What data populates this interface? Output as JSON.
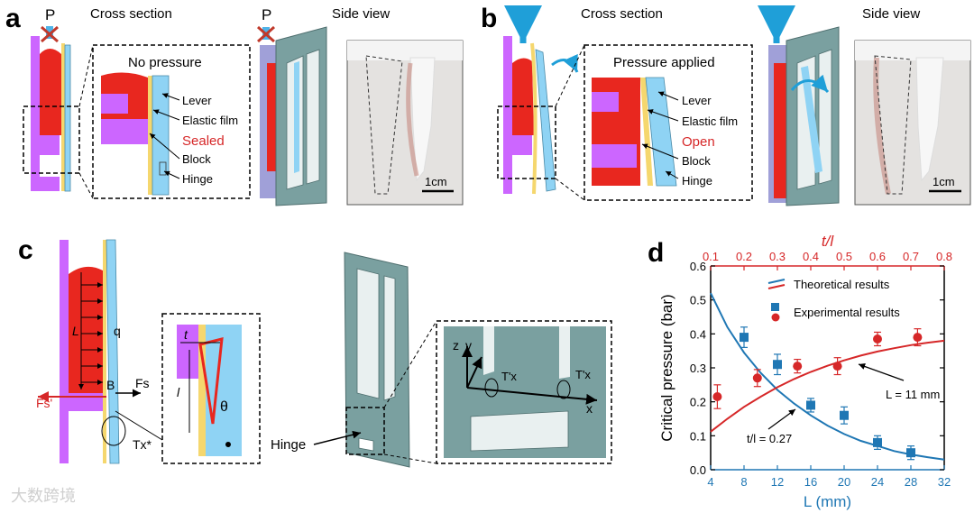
{
  "panel_labels": {
    "a": "a",
    "b": "b",
    "c": "c",
    "d": "d"
  },
  "panel_a": {
    "title_cross": "Cross section",
    "title_side": "Side view",
    "p_label": "P",
    "inset_title": "No pressure",
    "labels": [
      "Lever",
      "Elastic film",
      "Sealed",
      "Block",
      "Hinge"
    ],
    "scale": "1cm"
  },
  "panel_b": {
    "title_cross": "Cross section",
    "title_side": "Side view",
    "p_label": "P",
    "inset_title": "Pressure applied",
    "labels": [
      "Lever",
      "Elastic film",
      "Open",
      "Block",
      "Hinge"
    ],
    "scale": "1cm"
  },
  "panel_c": {
    "L": "L",
    "q": "q",
    "Fs_prime": "Fs'",
    "B": "B",
    "Fs": "Fs",
    "Tx_star": "Tx*",
    "t": "t",
    "l": "l",
    "theta": "θ",
    "hinge": "Hinge",
    "z": "z",
    "y": "y",
    "x": "x",
    "Tx_prime_left": "T'x",
    "Tx_prime_right": "T'x"
  },
  "watermark": "大数跨境",
  "colors": {
    "theory_blue": "#1f77b4",
    "exp_red": "#d62728",
    "magenta": "#cc66ff",
    "lever": "#8fd3f4",
    "hinge_gray": "#7aa0a0"
  },
  "chart_data": {
    "type": "scatter",
    "xlabel": "L (mm)",
    "x2label": "t/l",
    "ylabel": "Critical pressure (bar)",
    "xlim": [
      4,
      32
    ],
    "x2lim": [
      0.1,
      0.8
    ],
    "ylim": [
      0,
      0.6
    ],
    "xticks": [
      4,
      8,
      12,
      16,
      20,
      24,
      28,
      32
    ],
    "x2ticks": [
      0.1,
      0.2,
      0.3,
      0.4,
      0.5,
      0.6,
      0.7,
      0.8
    ],
    "yticks": [
      0.0,
      0.1,
      0.2,
      0.3,
      0.4,
      0.5,
      0.6
    ],
    "legend": [
      "Theoretical results",
      "Experimental results"
    ],
    "annotations": [
      "L = 11 mm",
      "t/l = 0.27"
    ],
    "series": [
      {
        "name": "Theoretical results",
        "color": "#1f77b4",
        "axis": "L",
        "x": [
          4,
          6,
          8,
          10,
          12,
          14,
          16,
          18,
          20,
          22,
          24,
          26,
          28,
          30,
          32
        ],
        "y": [
          0.52,
          0.42,
          0.345,
          0.285,
          0.235,
          0.195,
          0.16,
          0.13,
          0.105,
          0.085,
          0.07,
          0.055,
          0.045,
          0.037,
          0.03
        ]
      },
      {
        "name": "Theoretical results",
        "color": "#d62728",
        "axis": "t/l",
        "x": [
          0.1,
          0.15,
          0.2,
          0.25,
          0.3,
          0.35,
          0.4,
          0.45,
          0.5,
          0.55,
          0.6,
          0.65,
          0.7,
          0.75,
          0.8
        ],
        "y": [
          0.112,
          0.15,
          0.185,
          0.215,
          0.243,
          0.267,
          0.288,
          0.306,
          0.322,
          0.336,
          0.348,
          0.358,
          0.367,
          0.374,
          0.38
        ]
      },
      {
        "name": "Experimental results",
        "color": "#1f77b4",
        "axis": "L",
        "marker": "square",
        "x": [
          8,
          12,
          16,
          20,
          24,
          28
        ],
        "y": [
          0.39,
          0.31,
          0.19,
          0.16,
          0.08,
          0.05
        ],
        "err": [
          0.03,
          0.03,
          0.02,
          0.025,
          0.02,
          0.02
        ]
      },
      {
        "name": "Experimental results",
        "color": "#d62728",
        "axis": "t/l",
        "marker": "circle",
        "x": [
          0.12,
          0.24,
          0.36,
          0.48,
          0.6,
          0.72
        ],
        "y": [
          0.215,
          0.27,
          0.305,
          0.305,
          0.385,
          0.39
        ],
        "err": [
          0.035,
          0.025,
          0.02,
          0.025,
          0.02,
          0.025
        ]
      }
    ]
  }
}
